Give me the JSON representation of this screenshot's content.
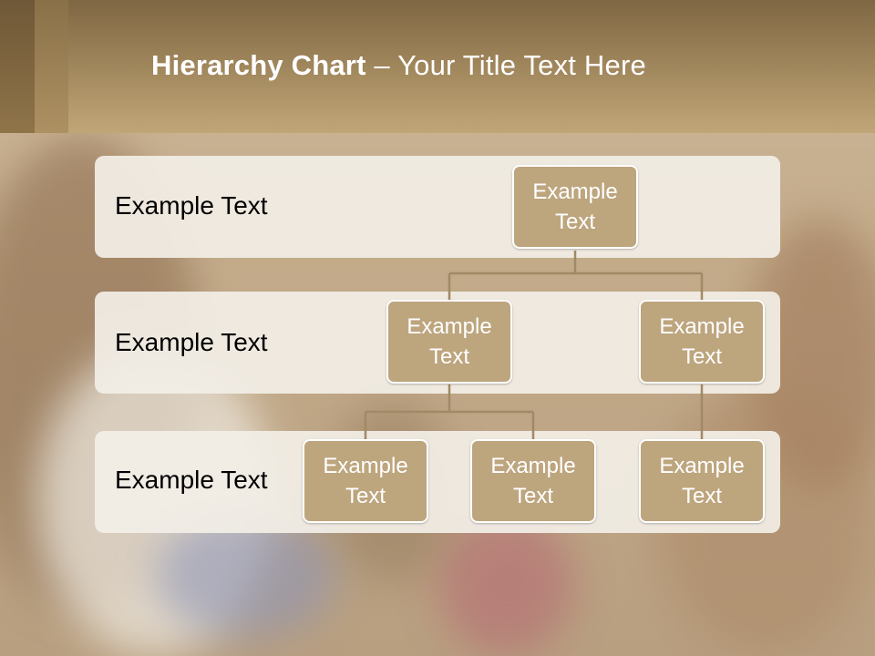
{
  "slide": {
    "title_bold": "Hierarchy Chart",
    "title_rest": " – Your Title Text Here"
  },
  "levels": [
    {
      "label": "Example Text"
    },
    {
      "label": "Example Text"
    },
    {
      "label": "Example Text"
    }
  ],
  "nodes": {
    "root": "Example Text",
    "child_left": "Example Text",
    "child_right": "Example Text",
    "grandchild_1": "Example Text",
    "grandchild_2": "Example Text",
    "grandchild_3": "Example Text"
  },
  "colors": {
    "header": "#9d8359",
    "node_fill": "#bda57e",
    "band_fill": "#f2eee6",
    "connector": "#a08a66"
  }
}
